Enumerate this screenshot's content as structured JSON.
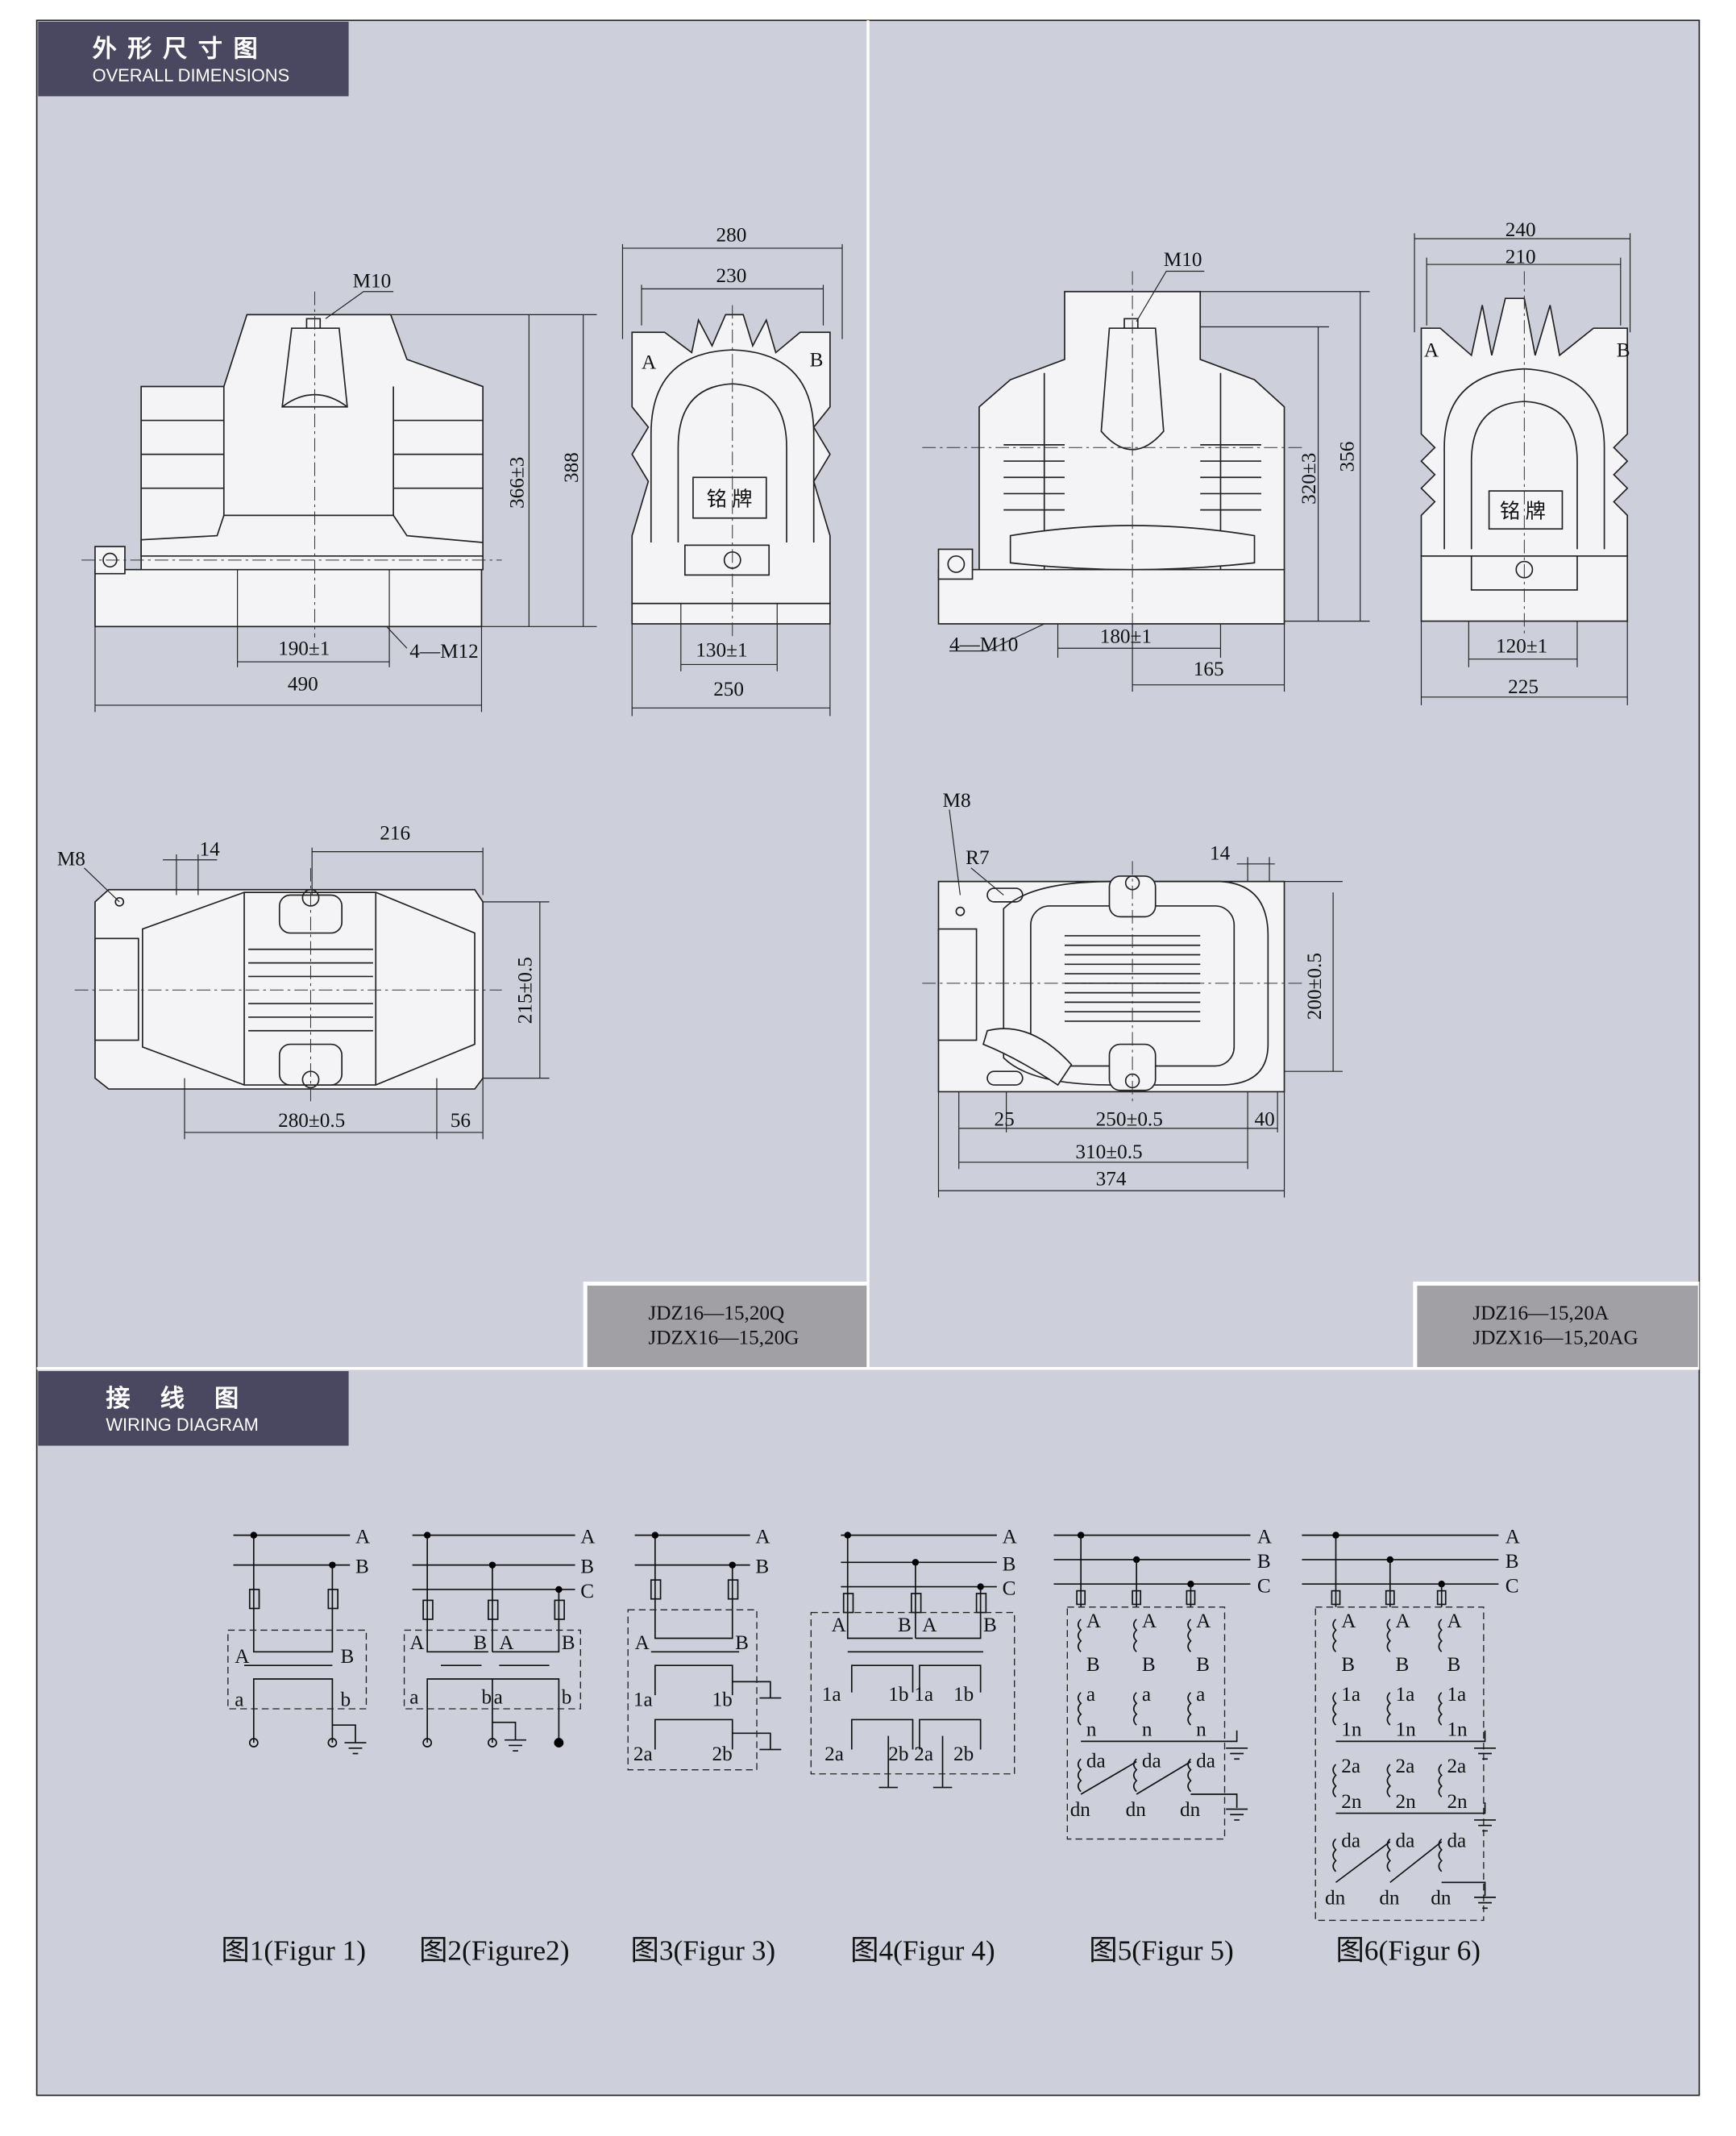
{
  "colors": {
    "background": "#cdd0db",
    "header": "#4a4760",
    "model_box": "#a0a0a5"
  },
  "dimensions_header": {
    "zh": "外形尺寸图",
    "en": "OVERALL DIMENSIONS"
  },
  "wiring_header": {
    "zh": "接线图",
    "en": "WIRING DIAGRAM"
  },
  "left": {
    "front": {
      "m10": "M10",
      "h1": "366±3",
      "h2": "388",
      "w190": "190±1",
      "m12": "4—M12",
      "w490": "490"
    },
    "side": {
      "w280": "280",
      "w230": "230",
      "a": "A",
      "b": "B",
      "plate": "铭 牌",
      "w130": "130±1",
      "w250": "250"
    },
    "plan": {
      "m8": "M8",
      "d14": "14",
      "d216": "216",
      "d215": "215±0.5",
      "d280": "280±0.5",
      "d56": "56"
    },
    "model": [
      "JDZ16—15,20Q",
      "JDZX16—15,20G"
    ]
  },
  "right": {
    "front": {
      "m10": "M10",
      "h1": "320±3",
      "h2": "356",
      "m10b": "4—M10",
      "w180": "180±1",
      "w165": "165"
    },
    "side": {
      "w240": "240",
      "w210": "210",
      "a": "A",
      "b": "B",
      "plate": "铭 牌",
      "w120": "120±1",
      "w225": "225"
    },
    "plan": {
      "m8": "M8",
      "r7": "R7",
      "d14": "14",
      "d200": "200±0.5",
      "d25": "25",
      "d250": "250±0.5",
      "d40": "40",
      "d310": "310±0.5",
      "d374": "374"
    },
    "model": [
      "JDZ16—15,20A",
      "JDZX16—15,20AG"
    ]
  },
  "wiring": {
    "fig1": {
      "lines": [
        "A",
        "B"
      ],
      "pri": [
        "A",
        "B"
      ],
      "sec": [
        "a",
        "b"
      ]
    },
    "fig2": {
      "lines": [
        "A",
        "B",
        "C"
      ],
      "pri": [
        "A",
        "B",
        "A",
        "B"
      ],
      "sec": [
        "a",
        "b",
        "a",
        "b"
      ]
    },
    "fig3": {
      "lines": [
        "A",
        "B"
      ],
      "labels": [
        "A",
        "B",
        "1a",
        "1b",
        "2a",
        "2b"
      ]
    },
    "fig4": {
      "lines": [
        "A",
        "B",
        "C"
      ],
      "labels": [
        "A",
        "B",
        "A",
        "B",
        "1a",
        "1b",
        "1a",
        "1b",
        "2a",
        "2b",
        "2a",
        "2b"
      ]
    },
    "fig5": {
      "lines": [
        "A",
        "B",
        "C"
      ],
      "terminals": [
        "A",
        "B",
        "a",
        "n",
        "da",
        "dn"
      ]
    },
    "fig6": {
      "lines": [
        "A",
        "B",
        "C"
      ],
      "terminals": [
        "A",
        "B",
        "1a",
        "1n",
        "2a",
        "2n",
        "da",
        "dn"
      ]
    },
    "captions": [
      "图1(Figur 1)",
      "图2(Figure2)",
      "图3(Figur 3)",
      "图4(Figur 4)",
      "图5(Figur 5)",
      "图6(Figur 6)"
    ]
  }
}
